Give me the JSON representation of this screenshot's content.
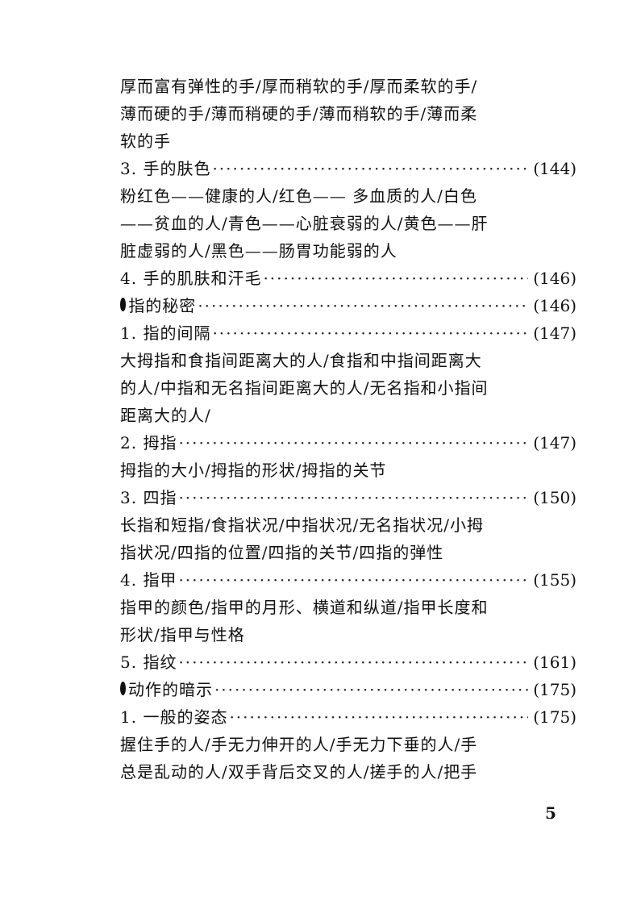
{
  "lines": [
    {
      "type": "text",
      "text": "厚而富有弹性的手/厚而稍软的手/厚而柔软的手/"
    },
    {
      "type": "text",
      "text": "薄而硬的手/薄而稍硬的手/薄而稍软的手/薄而柔"
    },
    {
      "type": "text",
      "text": "软的手"
    },
    {
      "type": "entry",
      "title": "3. 手的肤色",
      "page": "(144)"
    },
    {
      "type": "text",
      "text": "粉红色——健康的人/红色—— 多血质的人/白色"
    },
    {
      "type": "text",
      "text": "——贫血的人/青色——心脏衰弱的人/黄色——肝"
    },
    {
      "type": "text",
      "text": "脏虚弱的人/黑色——肠胃功能弱的人"
    },
    {
      "type": "entry",
      "title": "4. 手的肌肤和汗毛",
      "page": "(146)"
    },
    {
      "type": "section",
      "title": "指的秘密",
      "page": "(146)"
    },
    {
      "type": "entry",
      "title": "1. 指的间隔",
      "page": "(147)"
    },
    {
      "type": "text",
      "text": "大拇指和食指间距离大的人/食指和中指间距离大"
    },
    {
      "type": "text",
      "text": "的人/中指和无名指间距离大的人/无名指和小指间"
    },
    {
      "type": "text",
      "text": "距离大的人/"
    },
    {
      "type": "entry",
      "title": "2. 拇指",
      "page": "(147)"
    },
    {
      "type": "text",
      "text": "拇指的大小/拇指的形状/拇指的关节"
    },
    {
      "type": "entry",
      "title": "3. 四指",
      "page": "(150)"
    },
    {
      "type": "text",
      "text": "长指和短指/食指状况/中指状况/无名指状况/小拇"
    },
    {
      "type": "text",
      "text": "指状况/四指的位置/四指的关节/四指的弹性"
    },
    {
      "type": "entry",
      "title": "4. 指甲",
      "page": "(155)"
    },
    {
      "type": "text",
      "text": "指甲的颜色/指甲的月形、横道和纵道/指甲长度和"
    },
    {
      "type": "text",
      "text": "形状/指甲与性格"
    },
    {
      "type": "entry",
      "title": "5. 指纹",
      "page": "(161)"
    },
    {
      "type": "section",
      "title": "动作的暗示",
      "page": "(175)"
    },
    {
      "type": "entry",
      "title": "1. 一般的姿态",
      "page": "(175)"
    },
    {
      "type": "text",
      "text": "握住手的人/手无力伸开的人/手无力下垂的人/手"
    },
    {
      "type": "text",
      "text": "总是乱动的人/双手背后交叉的人/搓手的人/把手"
    }
  ],
  "page_number": "5"
}
